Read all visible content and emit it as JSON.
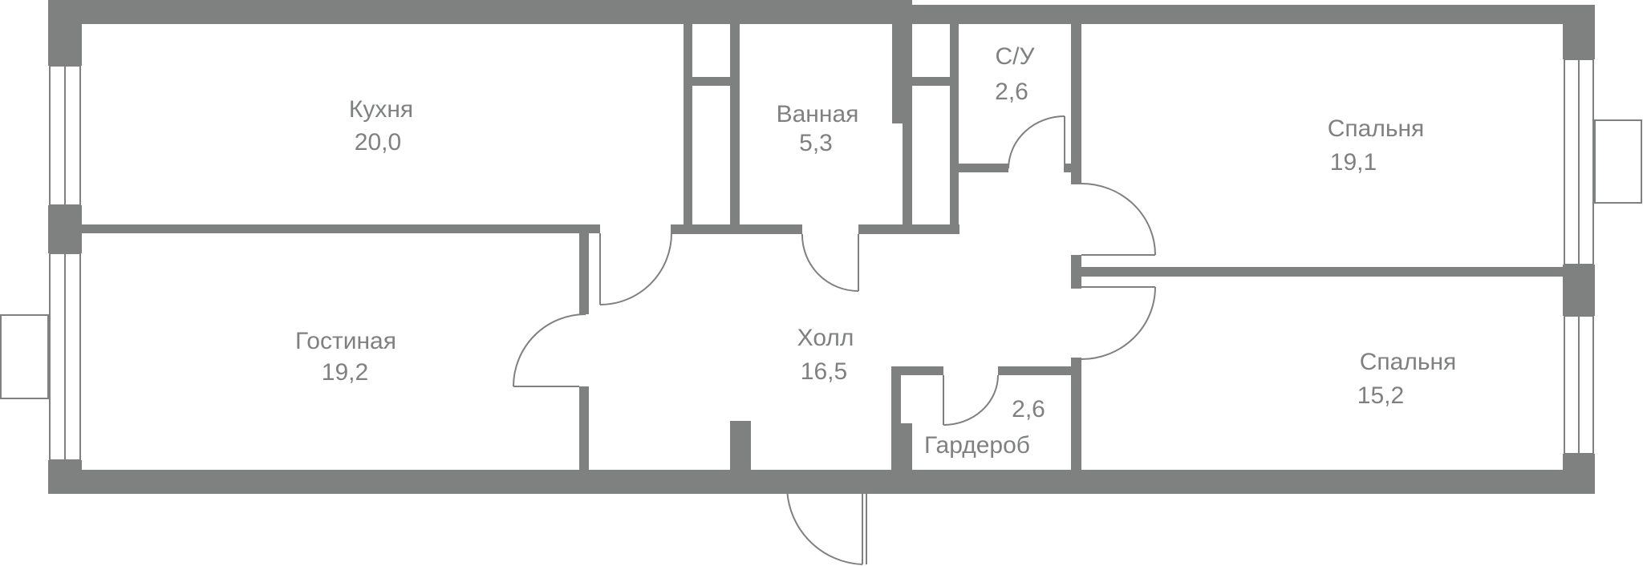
{
  "rooms": {
    "kitchen": {
      "name": "Кухня",
      "area": "20,0"
    },
    "bathroom": {
      "name": "Ванная",
      "area": "5,3"
    },
    "wc": {
      "name": "С/У",
      "area": "2,6"
    },
    "bedroom1": {
      "name": "Спальня",
      "area": "19,1"
    },
    "living": {
      "name": "Гостиная",
      "area": "19,2"
    },
    "hall": {
      "name": "Холл",
      "area": "16,5"
    },
    "wardrobe": {
      "name": "Гардероб",
      "area": "2,6"
    },
    "bedroom2": {
      "name": "Спальня",
      "area": "15,2"
    }
  },
  "colors": {
    "wall": "#7f8180",
    "background": "#ffffff"
  }
}
